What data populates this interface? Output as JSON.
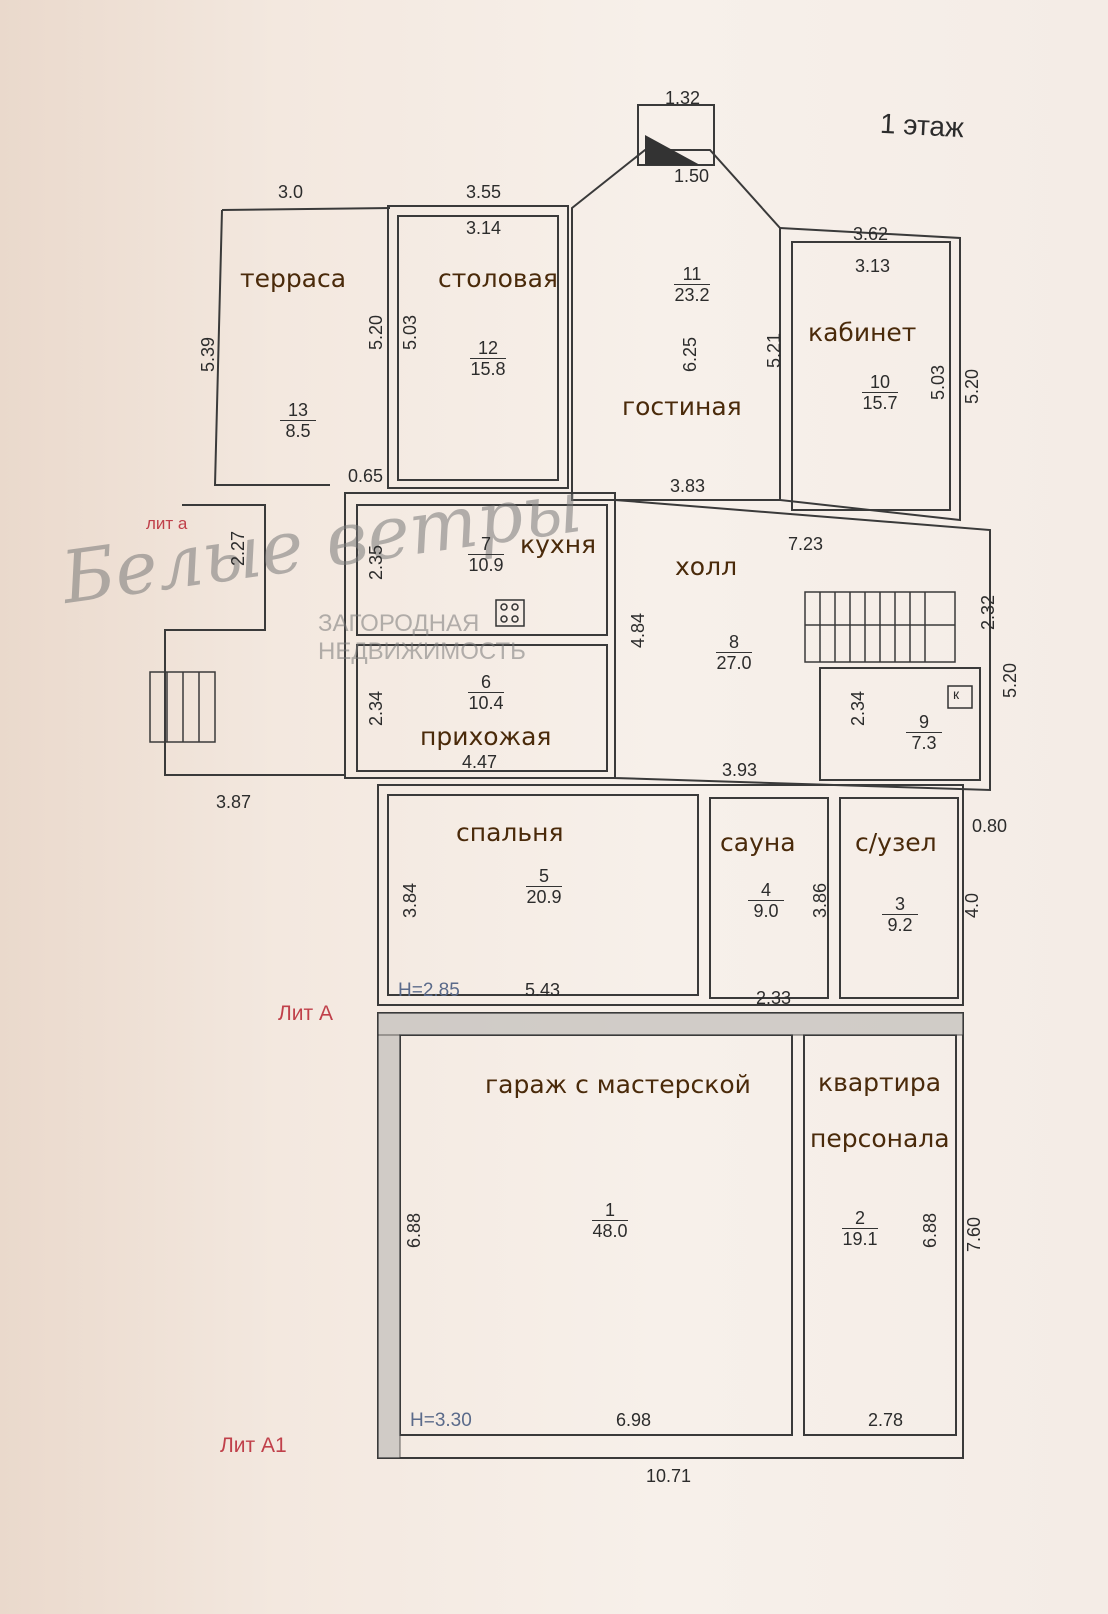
{
  "title": "1 этаж",
  "watermark": {
    "brand": "Белые ветры",
    "line1": "ЗАГОРОДНАЯ",
    "line2": "НЕДВИЖИМОСТЬ"
  },
  "rooms": [
    {
      "id": "13",
      "name": "терраса",
      "area": "8.5"
    },
    {
      "id": "12",
      "name": "столовая",
      "area": "15.8"
    },
    {
      "id": "11",
      "name": "гостиная",
      "area": "23.2"
    },
    {
      "id": "10",
      "name": "кабинет",
      "area": "15.7"
    },
    {
      "id": "7",
      "name": "кухня",
      "area": "10.9"
    },
    {
      "id": "8",
      "name": "холл",
      "area": "27.0"
    },
    {
      "id": "6",
      "name": "прихожая",
      "area": "10.4"
    },
    {
      "id": "9",
      "name": "",
      "area": "7.3"
    },
    {
      "id": "5",
      "name": "спальня",
      "area": "20.9"
    },
    {
      "id": "4",
      "name": "сауна",
      "area": "9.0"
    },
    {
      "id": "3",
      "name": "с/узел",
      "area": "9.2"
    },
    {
      "id": "1",
      "name": "гараж с мастерской",
      "area": "48.0"
    },
    {
      "id": "2",
      "name": "квартира персонала",
      "area": "19.1",
      "name_line1": "квартира",
      "name_line2": "персонала"
    }
  ],
  "dimensions": {
    "d_3_0": "3.0",
    "d_3_55": "3.55",
    "d_3_14": "3.14",
    "d_1_32": "1.32",
    "d_1_50": "1.50",
    "d_3_62": "3.62",
    "d_3_13": "3.13",
    "d_5_39": "5.39",
    "d_5_20a": "5.20",
    "d_5_03a": "5.03",
    "d_6_25": "6.25",
    "d_5_21": "5.21",
    "d_5_03b": "5.03",
    "d_5_20b": "5.20",
    "d_0_65": "0.65",
    "d_3_83": "3.83",
    "d_7_23": "7.23",
    "d_2_27": "2.27",
    "d_2_35": "2.35",
    "d_4_84": "4.84",
    "d_2_32": "2.32",
    "d_5_20c": "5.20",
    "d_2_34a": "2.34",
    "d_2_34b": "2.34",
    "d_4_47": "4.47",
    "d_3_87": "3.87",
    "d_3_93": "3.93",
    "d_0_80": "0.80",
    "d_3_84": "3.84",
    "d_3_86": "3.86",
    "d_4_0": "4.0",
    "d_5_43": "5.43",
    "d_2_33": "2.33",
    "d_6_88a": "6.88",
    "d_6_88b": "6.88",
    "d_7_60": "7.60",
    "d_6_98": "6.98",
    "d_2_78": "2.78",
    "d_10_71": "10.71"
  },
  "heights": {
    "lit_a": "H=2.85",
    "lit_a1": "H=3.30"
  },
  "liters": {
    "lit_small_a": "лит а",
    "lit_A": "Лит А",
    "lit_A1": "Лит А1"
  },
  "symbols": {
    "stove": "stove",
    "boiler_k": "к"
  }
}
